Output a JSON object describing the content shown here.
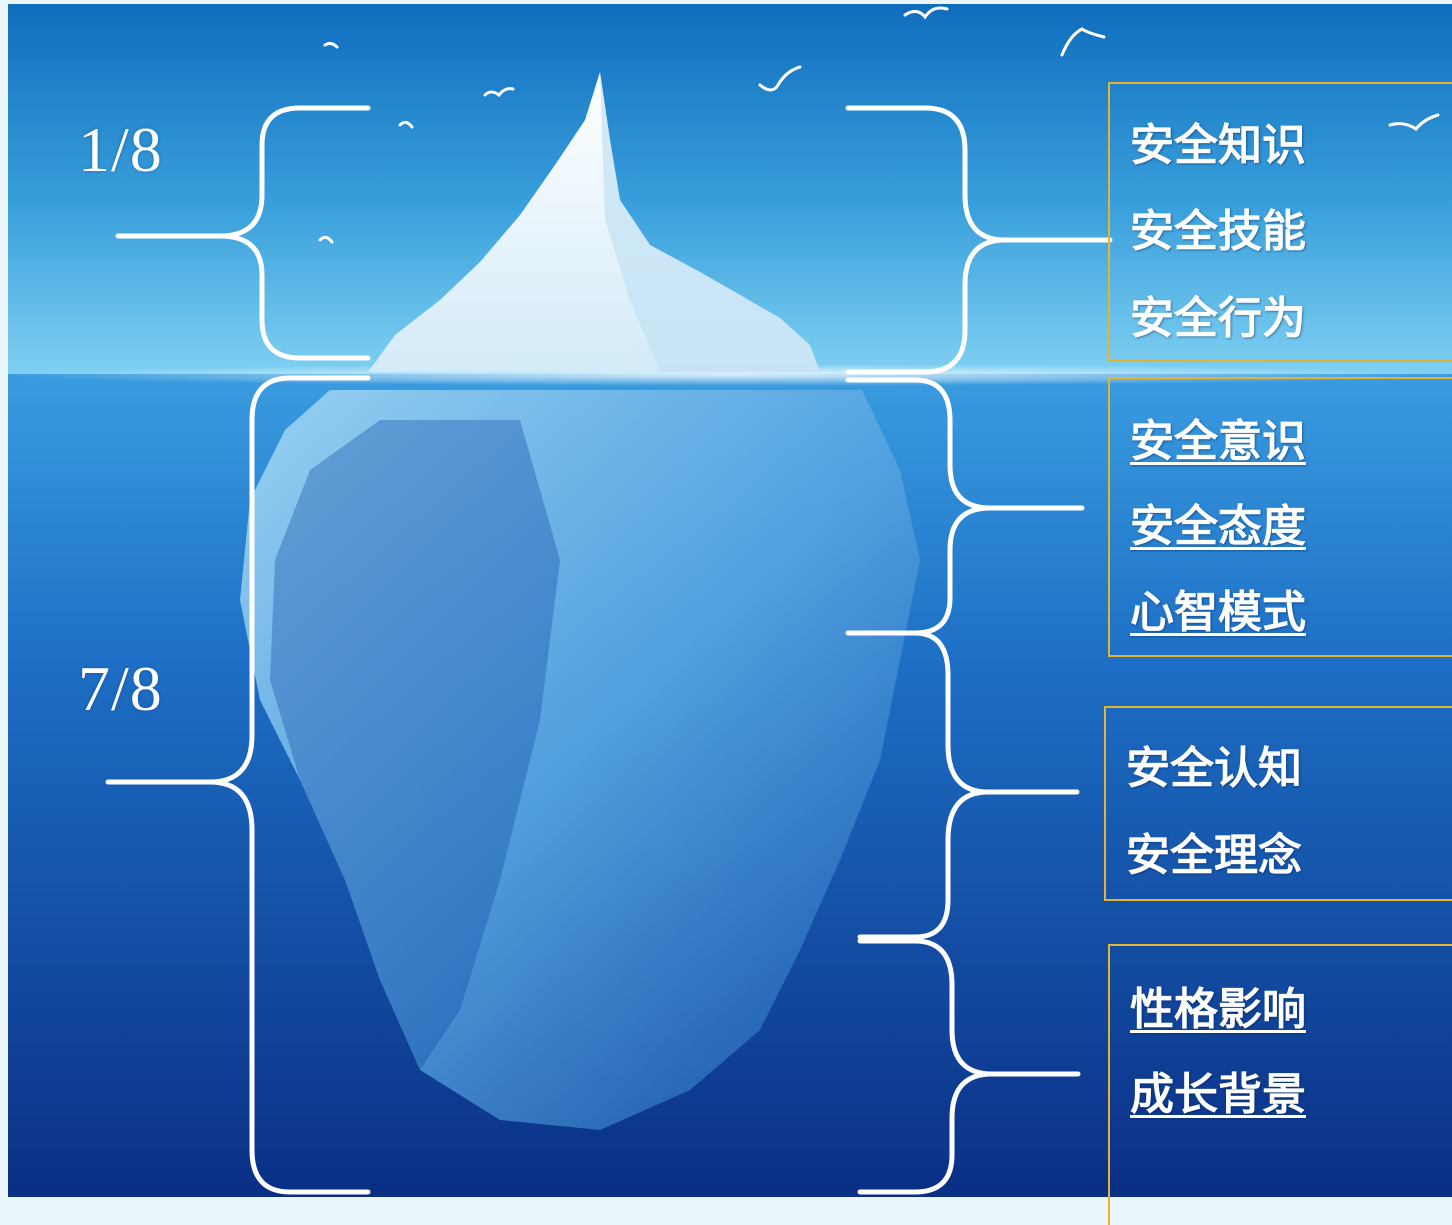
{
  "ratios": {
    "top": "1/8",
    "bottom": "7/8"
  },
  "groups": [
    {
      "id": "visible",
      "items": [
        "安全知识",
        "安全技能",
        "安全行为"
      ],
      "underlined": false
    },
    {
      "id": "consciousness",
      "items": [
        "安全意识",
        "安全态度",
        "心智模式"
      ],
      "underlined": true
    },
    {
      "id": "cognition",
      "items": [
        "安全认知",
        "安全理念"
      ],
      "underlined": false
    },
    {
      "id": "personality",
      "items": [
        "性格影响",
        "成长背景"
      ],
      "underlined": true
    }
  ],
  "colors": {
    "sky_top": "#0f6dbd",
    "sky_bottom": "#63bfea",
    "sea_top": "#2a8ad3",
    "sea_bottom": "#0a2f85",
    "ice": "#ffffff",
    "box_border": "#e2b431",
    "bracket": "#ffffff",
    "text": "#ffffff"
  }
}
